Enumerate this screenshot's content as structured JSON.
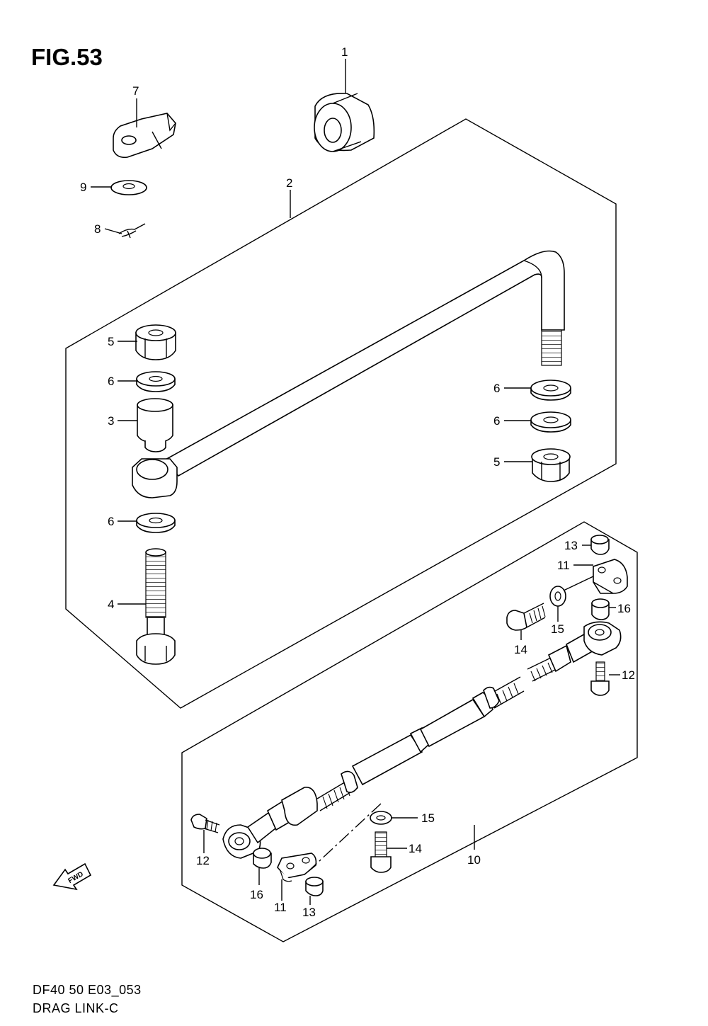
{
  "figure": {
    "title": "FIG.53",
    "model_code": "DF40 50 E03_053",
    "name": "DRAG LINK-C"
  },
  "fwd_badge": "FWD",
  "callouts": [
    {
      "id": "c1",
      "label": "1"
    },
    {
      "id": "c2",
      "label": "2"
    },
    {
      "id": "c7",
      "label": "7"
    },
    {
      "id": "c9",
      "label": "9"
    },
    {
      "id": "c8",
      "label": "8"
    },
    {
      "id": "c5a",
      "label": "5"
    },
    {
      "id": "c6a",
      "label": "6"
    },
    {
      "id": "c3",
      "label": "3"
    },
    {
      "id": "c6b",
      "label": "6"
    },
    {
      "id": "c4",
      "label": "4"
    },
    {
      "id": "c6c",
      "label": "6"
    },
    {
      "id": "c6d",
      "label": "6"
    },
    {
      "id": "c5b",
      "label": "5"
    },
    {
      "id": "c13a",
      "label": "13"
    },
    {
      "id": "c11a",
      "label": "11"
    },
    {
      "id": "c16a",
      "label": "16"
    },
    {
      "id": "c15a",
      "label": "15"
    },
    {
      "id": "c14a",
      "label": "14"
    },
    {
      "id": "c12a",
      "label": "12"
    },
    {
      "id": "c15b",
      "label": "15"
    },
    {
      "id": "c14b",
      "label": "14"
    },
    {
      "id": "c10",
      "label": "10"
    },
    {
      "id": "c12b",
      "label": "12"
    },
    {
      "id": "c16b",
      "label": "16"
    },
    {
      "id": "c11b",
      "label": "11"
    },
    {
      "id": "c13b",
      "label": "13"
    }
  ]
}
